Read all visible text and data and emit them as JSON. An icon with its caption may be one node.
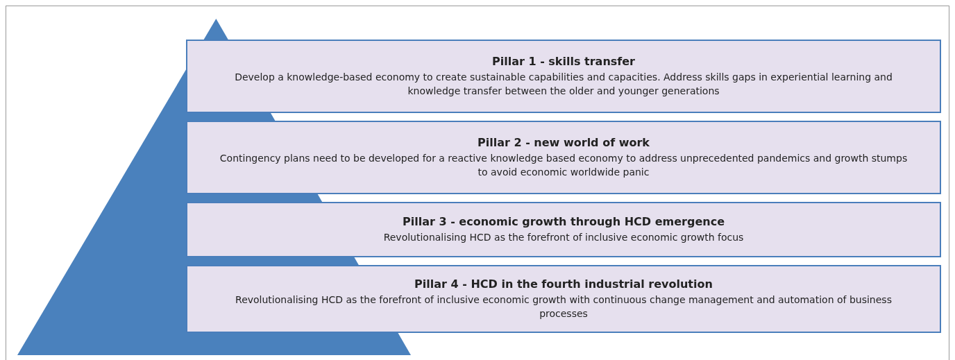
{
  "diagram": {
    "nodes": [
      {
        "text": [],
        "shape": "triangle"
      },
      {
        "text": [
          "Pillar 1 - skills transfer",
          "Develop a knowledge-based economy to create sustainable capabilities and capacities. Address skills gaps in experiential learning and knowledge transfer between the older and  younger generations"
        ]
      },
      {
        "text": [
          "Pillar 2 - new world of work",
          "Contingency plans need to be developed for a reactive knowledge based economy to address unprecedented pandemics and growth stumps to avoid economic worldwide panic"
        ]
      },
      {
        "text": [
          "Pillar 3 - economic growth through HCD emergence",
          "Revolutionalising HCD as the forefront of inclusive economic growth focus"
        ]
      },
      {
        "text": [
          "Pillar 4 - HCD in the fourth industrial revolution",
          "Revolutionalising HCD as the forefront of inclusive economic growth with continuous change management and automation of business processes"
        ]
      }
    ]
  }
}
